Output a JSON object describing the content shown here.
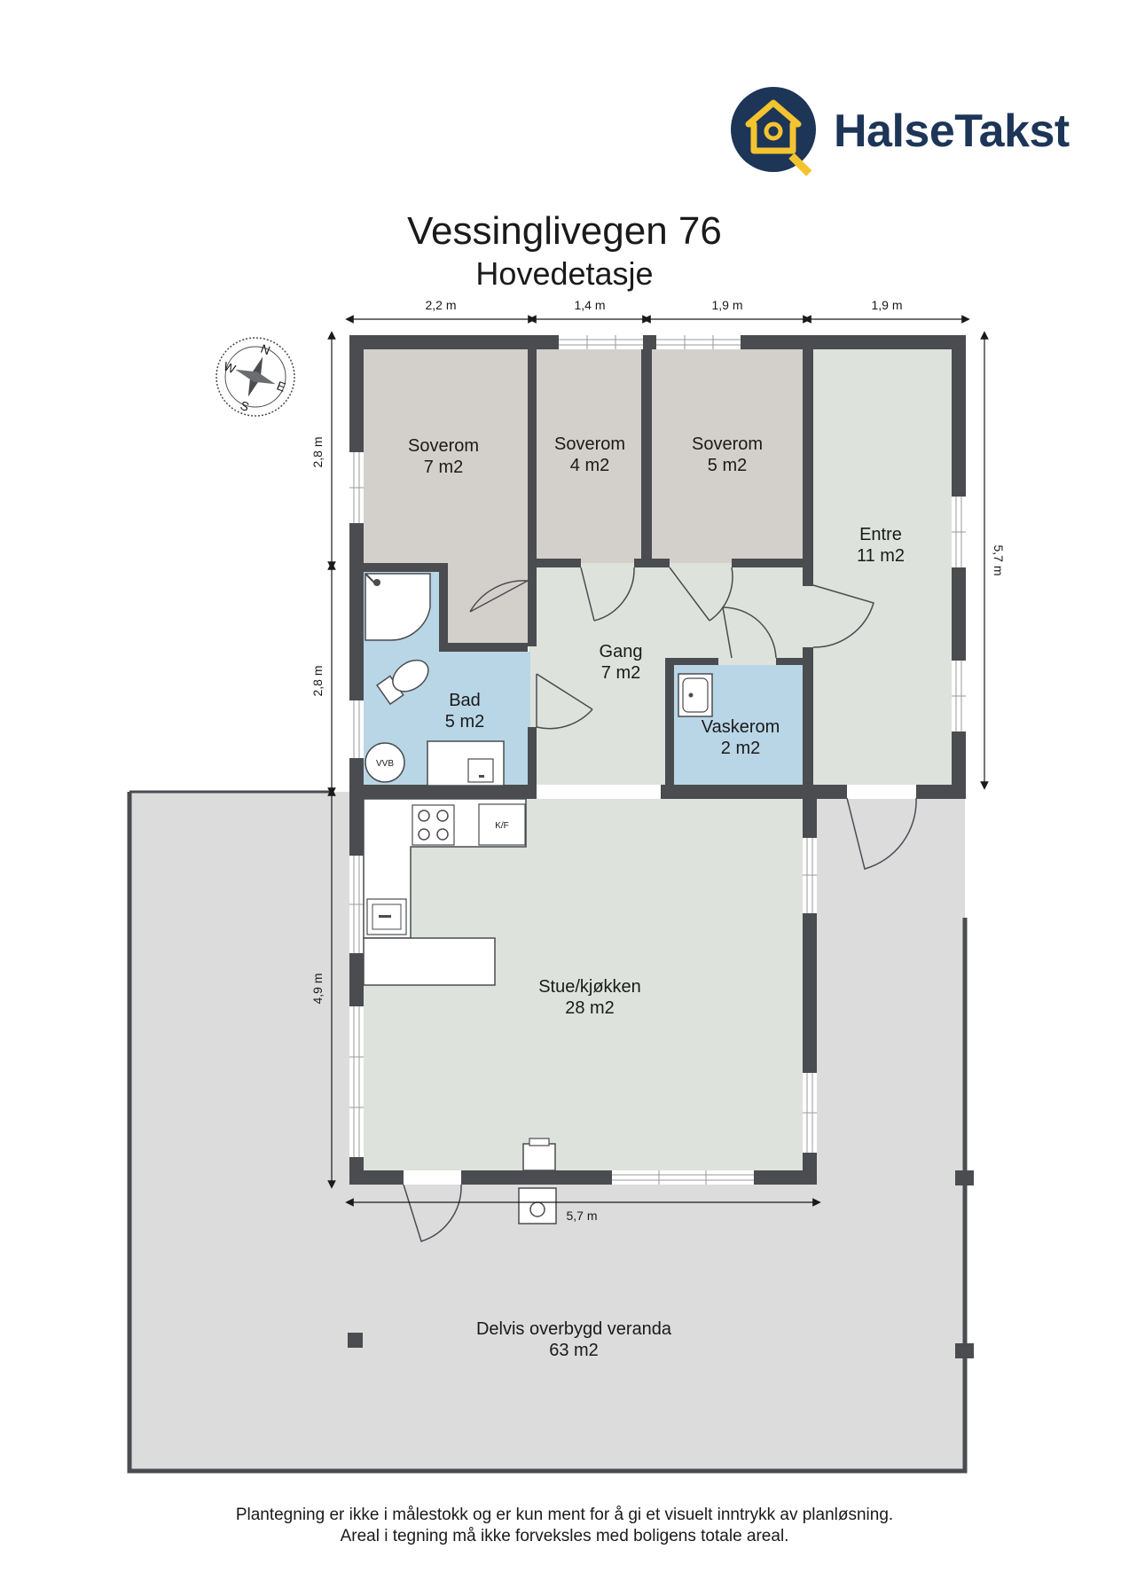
{
  "header": {
    "brand_name": "HalseTakst",
    "title": "Vessinglivegen 76",
    "subtitle": "Hovedetasje"
  },
  "colors": {
    "wall": "#4a4c50",
    "bedroom_floor": "#d3d0cc",
    "green_floor": "#dde3dc",
    "bath_floor": "#b9d6e6",
    "veranda_floor": "#dcdcdd",
    "brand_navy": "#1d3557",
    "brand_yellow": "#f4c430"
  },
  "dimensions": {
    "top": [
      "2,2 m",
      "1,4 m",
      "1,9 m",
      "1,9 m"
    ],
    "left": [
      "2,8 m",
      "2,8 m",
      "4,9 m"
    ],
    "right": "5,7 m",
    "bottom": "5,7 m"
  },
  "compass": [
    "N",
    "E",
    "S",
    "W"
  ],
  "rooms": [
    {
      "name": "Soverom",
      "area": "7 m2"
    },
    {
      "name": "Soverom",
      "area": "4 m2"
    },
    {
      "name": "Soverom",
      "area": "5 m2"
    },
    {
      "name": "Entre",
      "area": "11 m2"
    },
    {
      "name": "Gang",
      "area": "7 m2"
    },
    {
      "name": "Bad",
      "area": "5 m2"
    },
    {
      "name": "Vaskerom",
      "area": "2 m2"
    },
    {
      "name": "Stue/kjøkken",
      "area": "28 m2"
    },
    {
      "name": "Delvis overbygd veranda",
      "area": "63 m2"
    }
  ],
  "fixtures": {
    "water_heater": "VVB",
    "fridge": "K/F"
  },
  "footer": {
    "line1": "Plantegning er ikke i målestokk og er kun ment for å gi et visuelt inntrykk av planløsning.",
    "line2": "Areal i tegning må ikke forveksles med boligens totale areal."
  }
}
